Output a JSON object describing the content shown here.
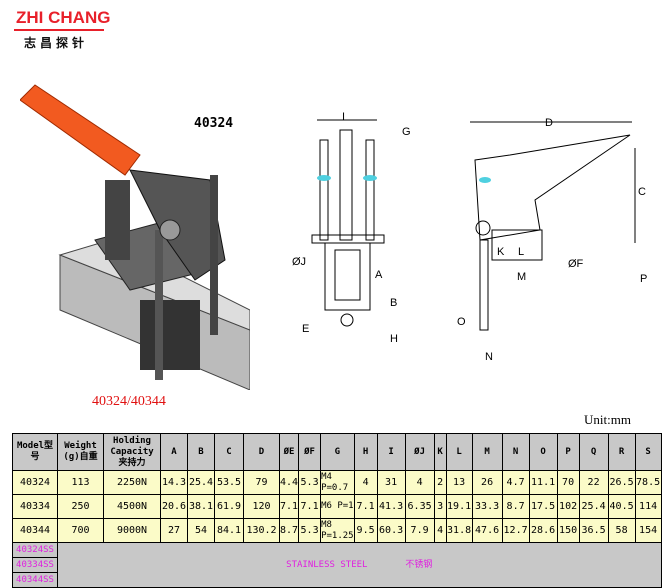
{
  "logo": {
    "brand": "ZHI CHANG",
    "chinese": "志昌探针"
  },
  "product": {
    "model_label": "40324",
    "caption": "40324/40344"
  },
  "diagram_labels": {
    "front": [
      "I",
      "G",
      "ØJ",
      "A",
      "B",
      "E",
      "H"
    ],
    "side": [
      "D",
      "C",
      "K",
      "L",
      "ØF",
      "M",
      "P",
      "O",
      "N"
    ]
  },
  "unit": "Unit:mm",
  "table": {
    "headers": [
      "Model型号",
      "Weight (g)自重",
      "Holding Capacity 夹持力",
      "A",
      "B",
      "C",
      "D",
      "ØE",
      "ØF",
      "G",
      "H",
      "I",
      "ØJ",
      "K",
      "L",
      "M",
      "N",
      "O",
      "P",
      "Q",
      "R",
      "S"
    ],
    "rows": [
      {
        "model": "40324",
        "weight": "113",
        "capacity": "2250N",
        "A": "14.3",
        "B": "25.4",
        "C": "53.5",
        "D": "79",
        "E": "4.4",
        "F": "5.3",
        "G": "M4 P=0.7",
        "H": "4",
        "I": "31",
        "J": "4",
        "K": "2",
        "L": "13",
        "M": "26",
        "N": "4.7",
        "O": "11.1",
        "P": "70",
        "Q": "22",
        "R": "26.5",
        "S": "78.5"
      },
      {
        "model": "40334",
        "weight": "250",
        "capacity": "4500N",
        "A": "20.6",
        "B": "38.1",
        "C": "61.9",
        "D": "120",
        "E": "7.1",
        "F": "7.1",
        "G": "M6 P=1",
        "H": "7.1",
        "I": "41.3",
        "J": "6.35",
        "K": "3",
        "L": "19.1",
        "M": "33.3",
        "N": "8.7",
        "O": "17.5",
        "P": "102",
        "Q": "25.4",
        "R": "40.5",
        "S": "114"
      },
      {
        "model": "40344",
        "weight": "700",
        "capacity": "9000N",
        "A": "27",
        "B": "54",
        "C": "84.1",
        "D": "130.2",
        "E": "8.7",
        "F": "5.3",
        "G": "M8 P=1.25",
        "H": "9.5",
        "I": "60.3",
        "J": "7.9",
        "K": "4",
        "L": "31.8",
        "M": "47.6",
        "N": "12.7",
        "O": "28.6",
        "P": "150",
        "Q": "36.5",
        "R": "58",
        "S": "154"
      }
    ],
    "stainless_models": [
      "40324SS",
      "40334SS",
      "40344SS"
    ],
    "stainless_note": "STAINLESS STEEL",
    "stainless_note_cn": "不锈钢"
  }
}
